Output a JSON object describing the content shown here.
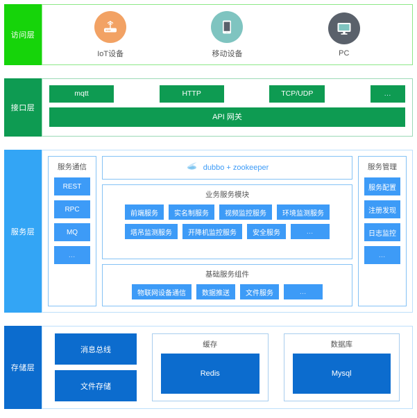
{
  "colors": {
    "access_green": "#16d40a",
    "interface_green": "#0e9b52",
    "service_blue": "#33a5f5",
    "chip_blue": "#3d9bf7",
    "storage_blue": "#0c6cce",
    "iot_orange": "#f2a264",
    "mobile_teal": "#7fc4c0",
    "pc_gray": "#5a616b"
  },
  "access_layer": {
    "label": "访问层",
    "devices": [
      {
        "icon": "router-icon",
        "caption": "IoT设备"
      },
      {
        "icon": "mobile-phone-icon",
        "caption": "移动设备"
      },
      {
        "icon": "desktop-monitor-icon",
        "caption": "PC"
      }
    ]
  },
  "interface_layer": {
    "label": "接口层",
    "protocols": [
      {
        "label": "mqtt"
      },
      {
        "label": "HTTP"
      },
      {
        "label": "TCP/UDP"
      },
      {
        "label": "…"
      }
    ],
    "gateway": "API 网关"
  },
  "service_layer": {
    "label": "服务层",
    "communication": {
      "title": "服务通信",
      "items": [
        "REST",
        "RPC",
        "MQ",
        "…"
      ]
    },
    "registry": {
      "icon": "dubbo-icon",
      "label": "dubbo + zookeeper"
    },
    "business": {
      "title": "业务服务模块",
      "row1": [
        "前端服务",
        "实名制服务",
        "视频监控服务",
        "环境监测服务"
      ],
      "row2": [
        "塔吊监测服务",
        "开降机监控服务",
        "安全服务",
        "…"
      ]
    },
    "foundation": {
      "title": "基础服务组件",
      "items": [
        "物联网设备通信",
        "数据推送",
        "文件服务",
        "…"
      ]
    },
    "management": {
      "title": "服务管理",
      "items": [
        "服务配置",
        "注册发现",
        "日志监控",
        "…"
      ]
    }
  },
  "storage_layer": {
    "label": "存储层",
    "stack": [
      "消息总线",
      "文件存储"
    ],
    "groups": [
      {
        "title": "缓存",
        "item": "Redis"
      },
      {
        "title": "数据库",
        "item": "Mysql"
      }
    ]
  }
}
